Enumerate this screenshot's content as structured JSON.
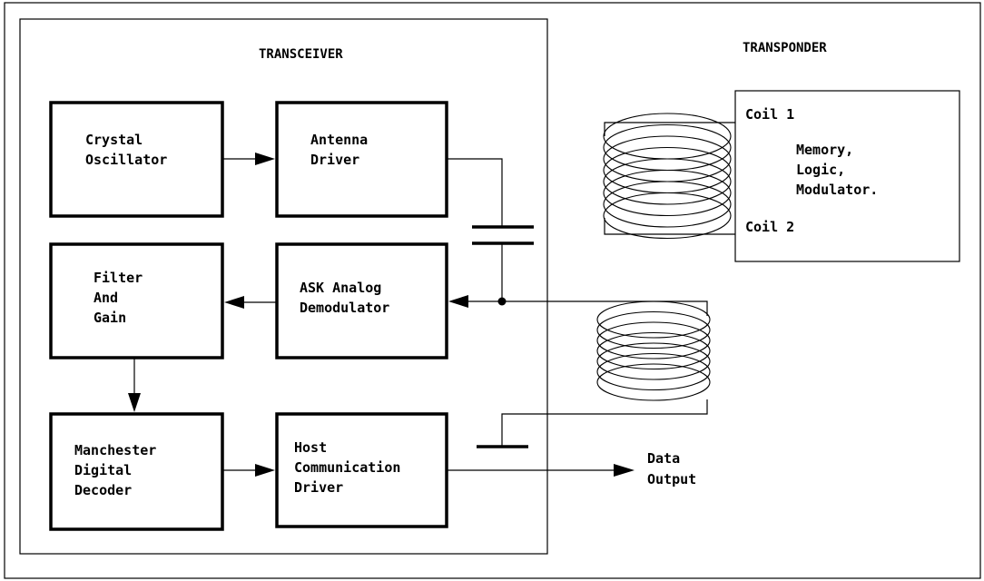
{
  "transceiver": {
    "title": "TRANSCEIVER",
    "blocks": {
      "crystal_oscillator": [
        "Crystal",
        "Oscillator"
      ],
      "antenna_driver": [
        "Antenna",
        "Driver"
      ],
      "filter_gain": [
        "Filter",
        "And",
        "Gain"
      ],
      "ask_demodulator": [
        "ASK Analog",
        "Demodulator"
      ],
      "manchester_decoder": [
        "Manchester",
        "Digital",
        "Decoder"
      ],
      "host_driver": [
        "Host",
        "Communication",
        "Driver"
      ]
    }
  },
  "transponder": {
    "title": "TRANSPONDER",
    "coil1": "Coil 1",
    "coil2": "Coil 2",
    "function": [
      "Memory,",
      "Logic,",
      "Modulator."
    ]
  },
  "output": [
    "Data",
    "Output"
  ]
}
